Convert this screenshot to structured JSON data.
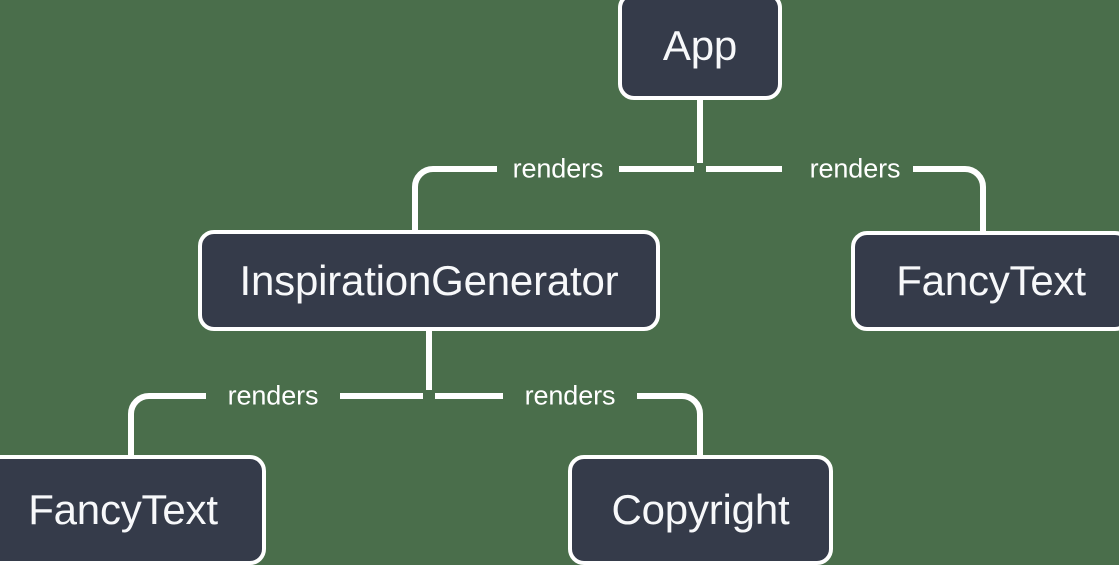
{
  "diagram": {
    "type": "component-tree",
    "background_color": "#4a6e4b",
    "node_fill_color": "#353b4a",
    "node_border_color": "#ffffff",
    "text_color": "#ffffff",
    "nodes": [
      {
        "id": "app",
        "label": "App"
      },
      {
        "id": "inspiration",
        "label": "InspirationGenerator"
      },
      {
        "id": "fancytext_right",
        "label": "FancyText"
      },
      {
        "id": "fancytext_left",
        "label": "FancyText"
      },
      {
        "id": "copyright",
        "label": "Copyright"
      }
    ],
    "edges": [
      {
        "from": "app",
        "to": "inspiration",
        "label": "renders"
      },
      {
        "from": "app",
        "to": "fancytext_right",
        "label": "renders"
      },
      {
        "from": "inspiration",
        "to": "fancytext_left",
        "label": "renders"
      },
      {
        "from": "inspiration",
        "to": "copyright",
        "label": "renders"
      }
    ]
  }
}
